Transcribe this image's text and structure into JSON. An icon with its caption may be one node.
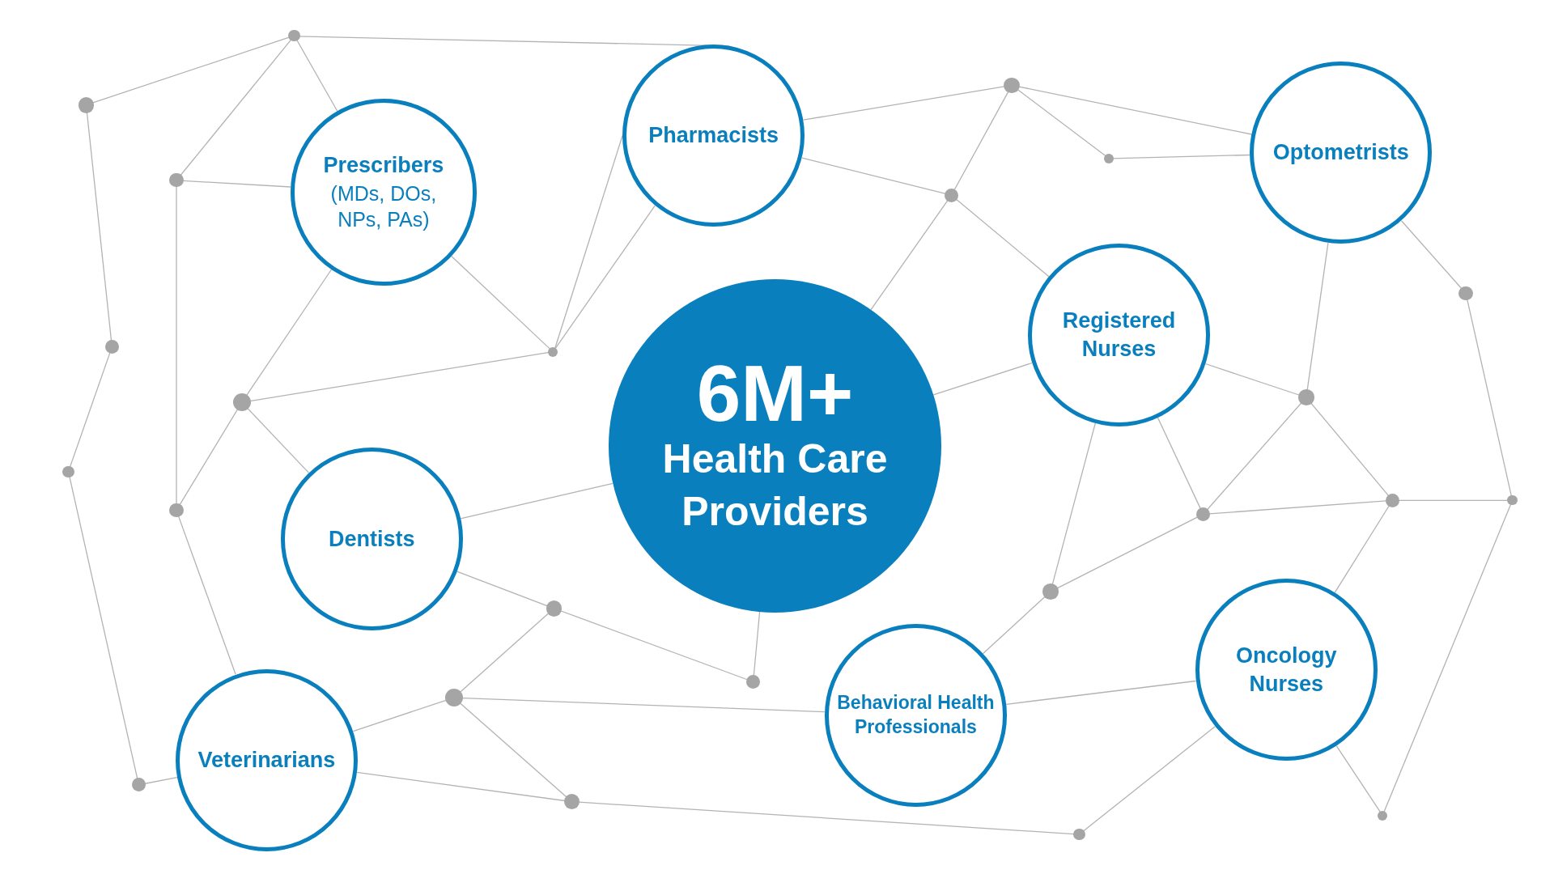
{
  "diagram": {
    "nodes": [
      {
        "text": [
          "Prescribers",
          "(MDs, DOs, NPs, PAs)"
        ]
      },
      {
        "text": [
          "Pharmacists"
        ]
      },
      {
        "text": [
          "Optometrists"
        ]
      },
      {
        "text": [
          "6M+",
          "Health Care Providers"
        ]
      },
      {
        "text": [
          "Registered Nurses"
        ]
      },
      {
        "text": [
          "Dentists"
        ]
      },
      {
        "text": [
          "Veterinarians"
        ]
      },
      {
        "text": [
          "Behavioral Health Professionals"
        ]
      },
      {
        "text": [
          "Oncology Nurses"
        ]
      },
      {
        "text": [],
        "shape": "circle"
      },
      {
        "text": [],
        "shape": "circle"
      },
      {
        "text": [],
        "shape": "circle"
      },
      {
        "text": [],
        "shape": "circle"
      },
      {
        "text": [],
        "shape": "circle"
      },
      {
        "text": [],
        "shape": "circle"
      },
      {
        "text": [],
        "shape": "circle"
      },
      {
        "text": [],
        "shape": "circle"
      },
      {
        "text": [],
        "shape": "circle"
      },
      {
        "text": [],
        "shape": "circle"
      },
      {
        "text": [],
        "shape": "circle"
      },
      {
        "text": [],
        "shape": "circle"
      },
      {
        "text": [],
        "shape": "circle"
      },
      {
        "text": [],
        "shape": "circle"
      },
      {
        "text": [],
        "shape": "circle"
      },
      {
        "text": [],
        "shape": "circle"
      },
      {
        "text": [],
        "shape": "circle"
      },
      {
        "text": [],
        "shape": "circle"
      },
      {
        "text": [],
        "shape": "circle"
      },
      {
        "text": [],
        "shape": "circle"
      },
      {
        "text": [],
        "shape": "circle"
      },
      {
        "text": [],
        "shape": "circle"
      },
      {
        "text": [],
        "shape": "circle"
      },
      {
        "text": [],
        "shape": "circle"
      }
    ],
    "edges": [
      {
        "from": 10,
        "to": 16,
        "arrow": "none"
      },
      {
        "from": 16,
        "to": 1,
        "arrow": "none"
      },
      {
        "from": 1,
        "to": 23,
        "arrow": "none"
      },
      {
        "from": 16,
        "to": 0,
        "arrow": "none"
      },
      {
        "from": 16,
        "to": 13,
        "arrow": "none"
      },
      {
        "from": 13,
        "to": 0,
        "arrow": "none"
      },
      {
        "from": 13,
        "to": 14,
        "arrow": "none"
      },
      {
        "from": 10,
        "to": 11,
        "arrow": "none"
      },
      {
        "from": 11,
        "to": 9,
        "arrow": "none"
      },
      {
        "from": 9,
        "to": 12,
        "arrow": "none"
      },
      {
        "from": 12,
        "to": 6,
        "arrow": "none"
      },
      {
        "from": 14,
        "to": 15,
        "arrow": "none"
      },
      {
        "from": 14,
        "to": 6,
        "arrow": "none"
      },
      {
        "from": 15,
        "to": 0,
        "arrow": "none"
      },
      {
        "from": 15,
        "to": 18,
        "arrow": "none"
      },
      {
        "from": 15,
        "to": 5,
        "arrow": "none"
      },
      {
        "from": 0,
        "to": 18,
        "arrow": "none"
      },
      {
        "from": 18,
        "to": 1,
        "arrow": "none"
      },
      {
        "from": 18,
        "to": 1,
        "arrow": "none"
      },
      {
        "from": 1,
        "to": 22,
        "arrow": "none"
      },
      {
        "from": 22,
        "to": 3,
        "arrow": "none"
      },
      {
        "from": 22,
        "to": 23,
        "arrow": "none"
      },
      {
        "from": 22,
        "to": 4,
        "arrow": "none"
      },
      {
        "from": 23,
        "to": 26,
        "arrow": "none"
      },
      {
        "from": 26,
        "to": 2,
        "arrow": "none"
      },
      {
        "from": 23,
        "to": 2,
        "arrow": "none"
      },
      {
        "from": 2,
        "to": 31,
        "arrow": "none"
      },
      {
        "from": 31,
        "to": 32,
        "arrow": "none"
      },
      {
        "from": 32,
        "to": 29,
        "arrow": "none"
      },
      {
        "from": 30,
        "to": 32,
        "arrow": "none"
      },
      {
        "from": 2,
        "to": 28,
        "arrow": "none"
      },
      {
        "from": 4,
        "to": 28,
        "arrow": "none"
      },
      {
        "from": 28,
        "to": 27,
        "arrow": "none"
      },
      {
        "from": 28,
        "to": 30,
        "arrow": "none"
      },
      {
        "from": 4,
        "to": 27,
        "arrow": "none"
      },
      {
        "from": 27,
        "to": 30,
        "arrow": "none"
      },
      {
        "from": 27,
        "to": 24,
        "arrow": "none"
      },
      {
        "from": 4,
        "to": 24,
        "arrow": "none"
      },
      {
        "from": 24,
        "to": 7,
        "arrow": "none"
      },
      {
        "from": 30,
        "to": 8,
        "arrow": "none"
      },
      {
        "from": 8,
        "to": 29,
        "arrow": "none"
      },
      {
        "from": 8,
        "to": 25,
        "arrow": "none"
      },
      {
        "from": 7,
        "to": 8,
        "arrow": "none"
      },
      {
        "from": 3,
        "to": 4,
        "arrow": "none"
      },
      {
        "from": 3,
        "to": 5,
        "arrow": "none"
      },
      {
        "from": 3,
        "to": 21,
        "arrow": "none"
      },
      {
        "from": 21,
        "to": 19,
        "arrow": "none"
      },
      {
        "from": 19,
        "to": 5,
        "arrow": "none"
      },
      {
        "from": 19,
        "to": 17,
        "arrow": "none"
      },
      {
        "from": 17,
        "to": 7,
        "arrow": "none"
      },
      {
        "from": 17,
        "to": 6,
        "arrow": "none"
      },
      {
        "from": 17,
        "to": 20,
        "arrow": "none"
      },
      {
        "from": 20,
        "to": 6,
        "arrow": "none"
      },
      {
        "from": 20,
        "to": 25,
        "arrow": "none"
      }
    ]
  }
}
